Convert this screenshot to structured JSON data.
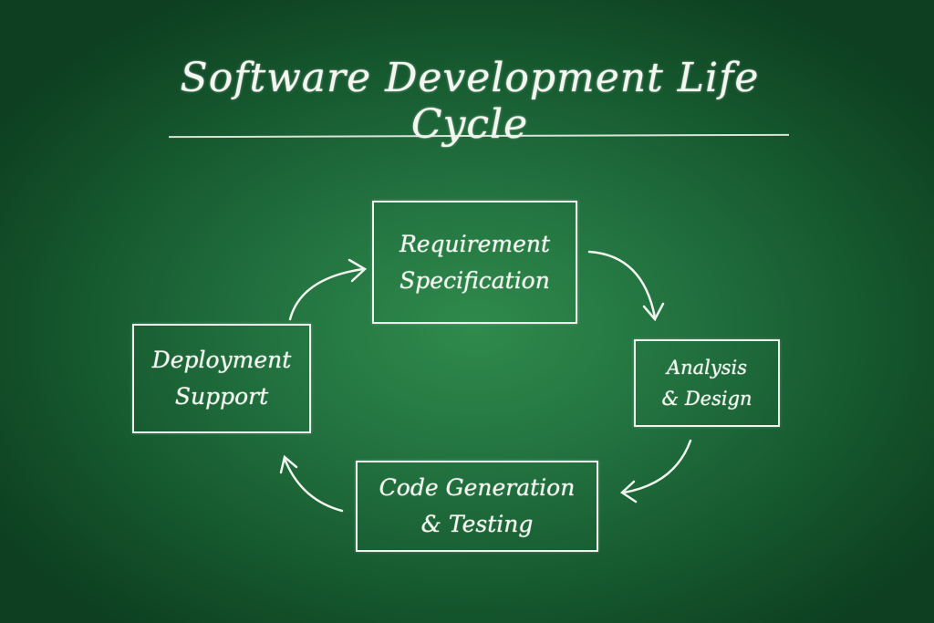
{
  "title": "Software Development Life Cycle",
  "stages": [
    {
      "line1": "Requirement",
      "line2": "Specification"
    },
    {
      "line1": "Analysis",
      "line2": "& Design"
    },
    {
      "line1": "Code Generation",
      "line2": "& Testing"
    },
    {
      "line1": "Deployment",
      "line2": "Support"
    }
  ],
  "colors": {
    "chalk": "#f4f6f0",
    "board": "#237340"
  }
}
